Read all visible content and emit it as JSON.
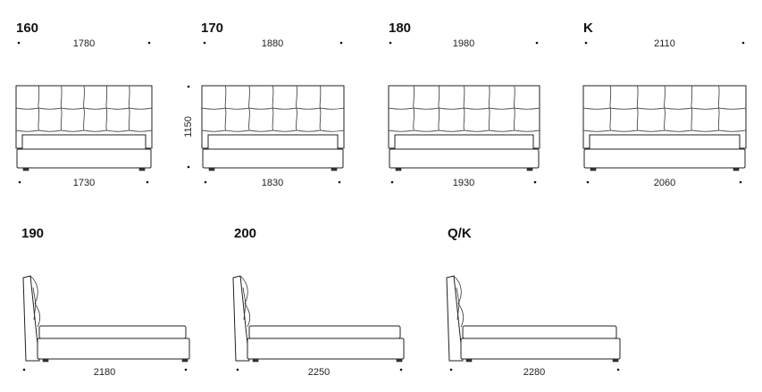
{
  "front_views": [
    {
      "size": "160",
      "top_width": "1780",
      "bottom_width": "1730"
    },
    {
      "size": "170",
      "top_width": "1880",
      "bottom_width": "1830",
      "height": "1150"
    },
    {
      "size": "180",
      "top_width": "1980",
      "bottom_width": "1930"
    },
    {
      "size": "K",
      "top_width": "2110",
      "bottom_width": "2060"
    }
  ],
  "side_views": [
    {
      "size": "190",
      "length": "2180"
    },
    {
      "size": "200",
      "length": "2250"
    },
    {
      "size": "Q/K",
      "length": "2280"
    }
  ]
}
